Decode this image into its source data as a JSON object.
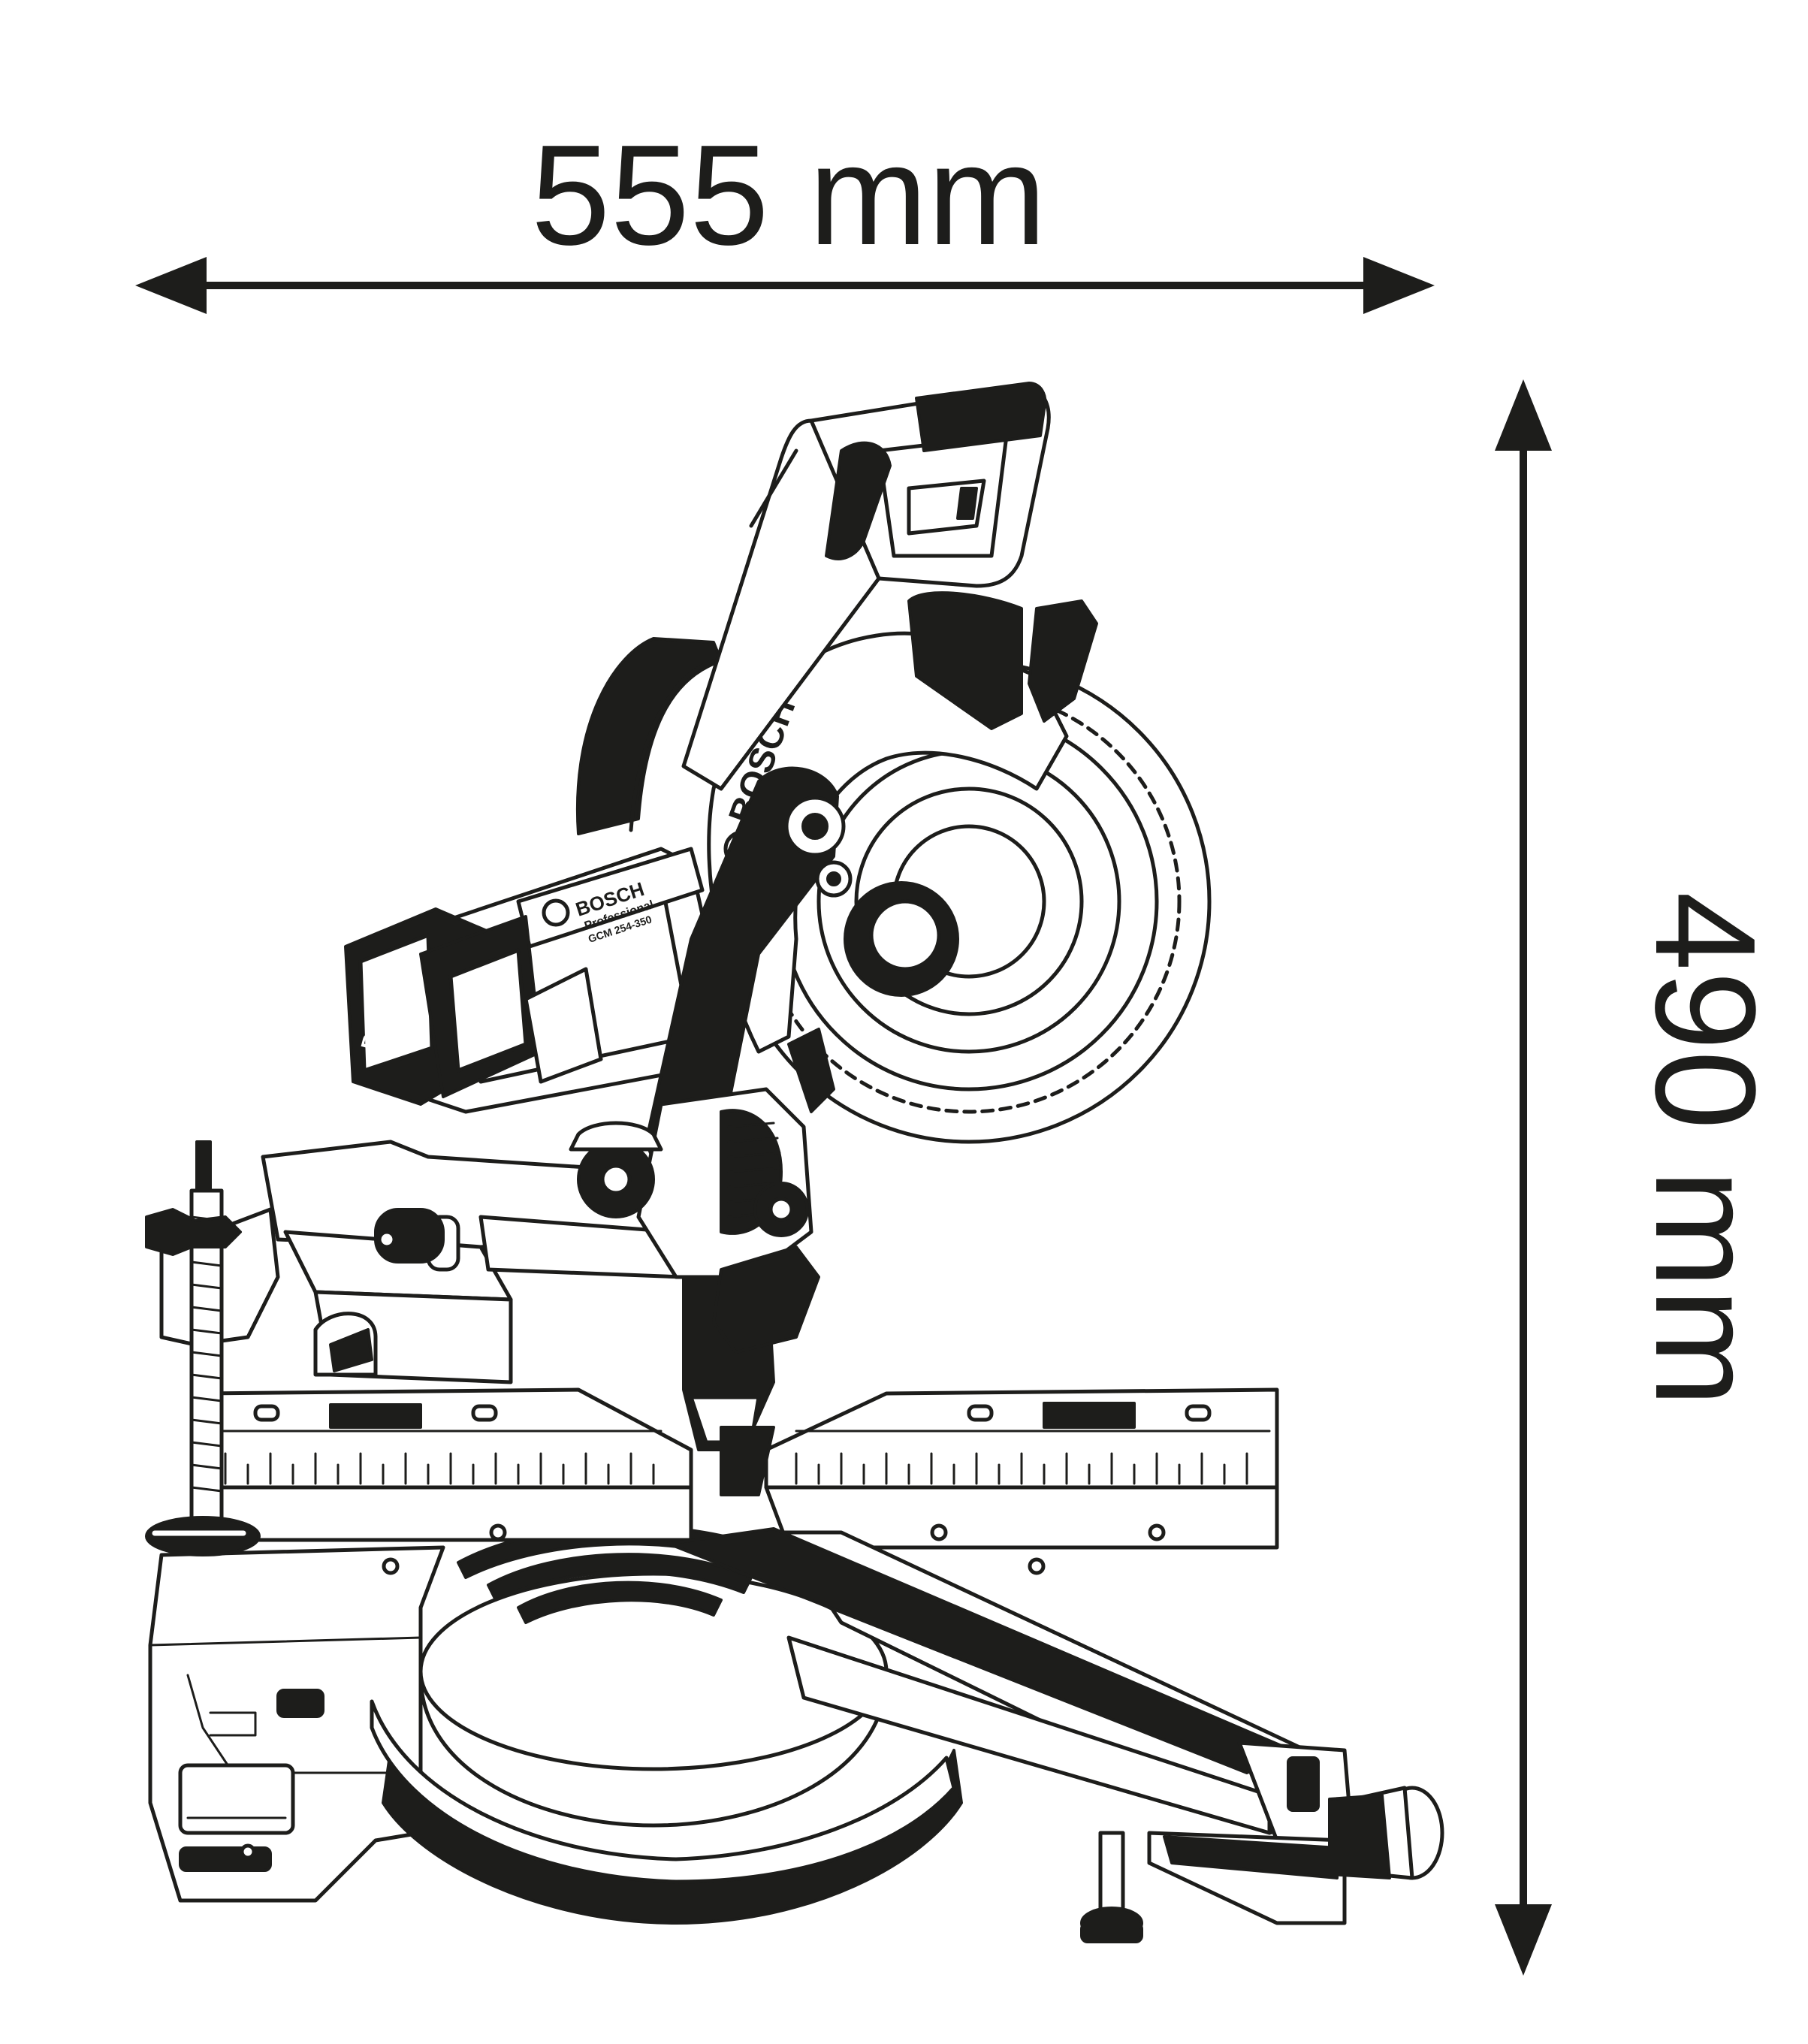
{
  "dimensions": {
    "width_label": "555 mm",
    "height_label": "490 mm"
  },
  "product": {
    "brand": "BOSCH",
    "line": "Professional",
    "model": "GCM 254-350"
  },
  "colors": {
    "line": "#1d1d1b",
    "background": "#ffffff"
  }
}
